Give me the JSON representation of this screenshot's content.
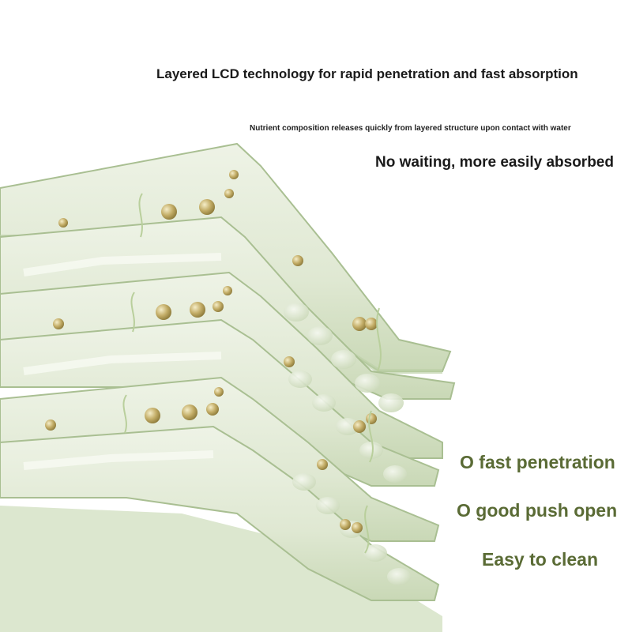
{
  "headline": "Layered LCD technology for rapid penetration and fast absorption",
  "subnote": "Nutrient composition releases quickly from layered structure upon contact with water",
  "tagline": "No waiting, more easily absorbed",
  "features": [
    "O fast penetration",
    "O good push open",
    "Easy to clean"
  ],
  "colors": {
    "sheet_light": "#e4ecd8",
    "sheet_shadow": "#c2d2ae",
    "sheet_edge": "#a9bf92",
    "beads": "#b8a25a",
    "feature_text": "#5a6b35"
  }
}
